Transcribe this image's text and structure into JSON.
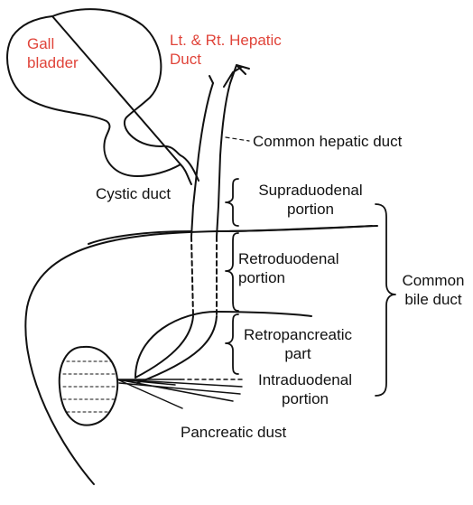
{
  "colors": {
    "line": "#111111",
    "highlight_label": "#e0443a",
    "label": "#111111",
    "background": "#ffffff"
  },
  "labels": {
    "gall_bladder": {
      "line1": "Gall",
      "line2": "bladder"
    },
    "hepatic_ducts": {
      "line1": "Lt. & Rt. Hepatic",
      "line2": "Duct"
    },
    "common_hepatic_duct": "Common hepatic duct",
    "cystic_duct": "Cystic duct",
    "supraduodenal": {
      "line1": "Supraduodenal",
      "line2": "portion"
    },
    "retroduodenal": {
      "line1": "Retroduodenal",
      "line2": "portion"
    },
    "common_bile_duct": {
      "line1": "Common",
      "line2": "bile duct"
    },
    "retropancreatic": {
      "line1": "Retropancreatic",
      "line2": "part"
    },
    "intraduodenal": {
      "line1": "Intraduodenal",
      "line2": "portion"
    },
    "pancreatic_duct": "Pancreatic dust"
  }
}
